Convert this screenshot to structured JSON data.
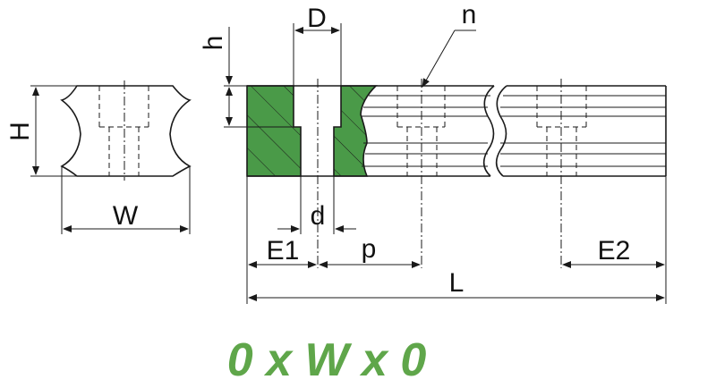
{
  "labels": {
    "H": "H",
    "W": "W",
    "h": "h",
    "D": "D",
    "n": "n",
    "d": "d",
    "E1": "E1",
    "p": "p",
    "E2": "E2",
    "L": "L"
  },
  "caption": "0 x W x 0",
  "colors": {
    "section_fill": "#4a9a48",
    "caption": "#5fa64a",
    "lines": "#1a1a1a"
  }
}
